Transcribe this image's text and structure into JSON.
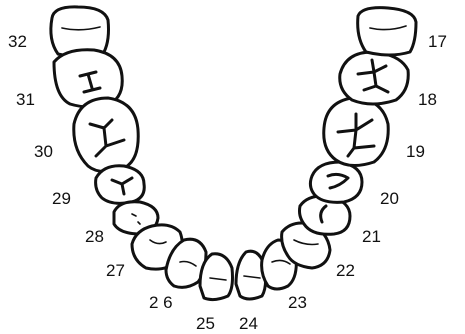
{
  "diagram": {
    "teeth": [
      {
        "number": "17",
        "label": "17"
      },
      {
        "number": "18",
        "label": "18"
      },
      {
        "number": "19",
        "label": "19"
      },
      {
        "number": "20",
        "label": "20"
      },
      {
        "number": "21",
        "label": "21"
      },
      {
        "number": "22",
        "label": "22"
      },
      {
        "number": "23",
        "label": "23"
      },
      {
        "number": "24",
        "label": "24"
      },
      {
        "number": "25",
        "label": "25"
      },
      {
        "number": "26",
        "label": "2 6"
      },
      {
        "number": "27",
        "label": "27"
      },
      {
        "number": "28",
        "label": "28"
      },
      {
        "number": "29",
        "label": "29"
      },
      {
        "number": "30",
        "label": "30"
      },
      {
        "number": "31",
        "label": "31"
      },
      {
        "number": "32",
        "label": "32"
      }
    ],
    "colors": {
      "ink": "#111111",
      "background": "#ffffff"
    }
  }
}
